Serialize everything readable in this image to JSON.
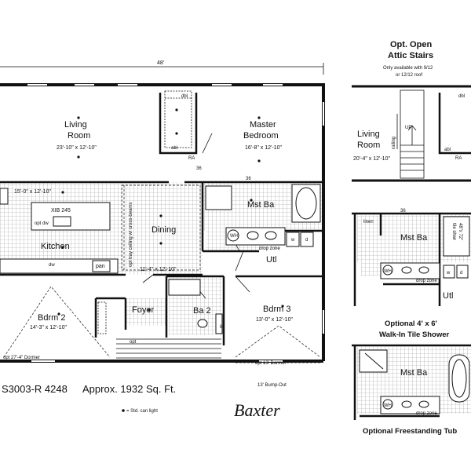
{
  "plan": {
    "width_dim": "48'",
    "model": "S3003-R 4248",
    "area": "Approx. 1932 Sq. Ft.",
    "name": "Baxter",
    "legend": "= Std. can light",
    "bump_out": "13' Bump-Out",
    "tray_ceiling": "opt tray ceiling w/ cross-beams",
    "rooms": {
      "living": {
        "name": "Living",
        "name2": "Room",
        "dim": "23'-10\" x 12'-10\""
      },
      "master": {
        "name": "Master",
        "name2": "Bedroom",
        "dim": "16'-8\" x 12'-10\""
      },
      "kitchen": {
        "name": "Kitchen",
        "dim": "15'-0\" x 12'-10\""
      },
      "dining": {
        "name": "Dining",
        "dim": "11'-4\" x 12'-10\""
      },
      "mst_ba": {
        "name": "Mst Ba"
      },
      "utl": {
        "name": "Utl"
      },
      "bdrm2": {
        "name": "Bdrm 2",
        "dim": "14'-3\" x 12'-10\""
      },
      "foyer": {
        "name": "Foyer"
      },
      "ba2": {
        "name": "Ba 2"
      },
      "bdrm3": {
        "name": "Bdrm 3",
        "dim": "13'-0\" x 12'-10\""
      }
    },
    "marks": {
      "dbl": "dbl",
      "abl": "abl",
      "ra": "RA",
      "d36a": "36",
      "d36b": "36",
      "xib": "XIB 245",
      "opt_dw": "opt dw",
      "dw": "dw",
      "pan": "pan",
      "wh": "WH",
      "w": "w",
      "d": "d",
      "drop_zone": "drop zone",
      "opt": "opt",
      "lin": "lin",
      "opt27": "opt 27'-4\" Dormer",
      "opt13": "opt 13' Dormer"
    }
  },
  "attic": {
    "title1": "Opt. Open",
    "title2": "Attic Stairs",
    "note1": "Only available with 9/12",
    "note2": "or 12/12 roof",
    "living_name": "Living",
    "living_name2": "Room",
    "living_dim": "20'-4\" x 12'-10\"",
    "railing": "railing",
    "up": "UP",
    "dbl": "dbl",
    "abl": "abl",
    "ra": "RA"
  },
  "shower": {
    "linen": "linen",
    "d36": "36",
    "mst_ba": "Mst Ba",
    "tile_line1": "48\"x 72\"",
    "tile_line2": "tile shwr",
    "wh": "WH",
    "w": "w",
    "d": "d",
    "drop_zone": "drop zone",
    "utl": "Utl",
    "caption1": "Optional 4' x 6'",
    "caption2": "Walk-In Tile Shower"
  },
  "tub": {
    "mst_ba": "Mst Ba",
    "wh": "WH",
    "drop_zone": "drop zone",
    "caption": "Optional Freestanding Tub"
  }
}
